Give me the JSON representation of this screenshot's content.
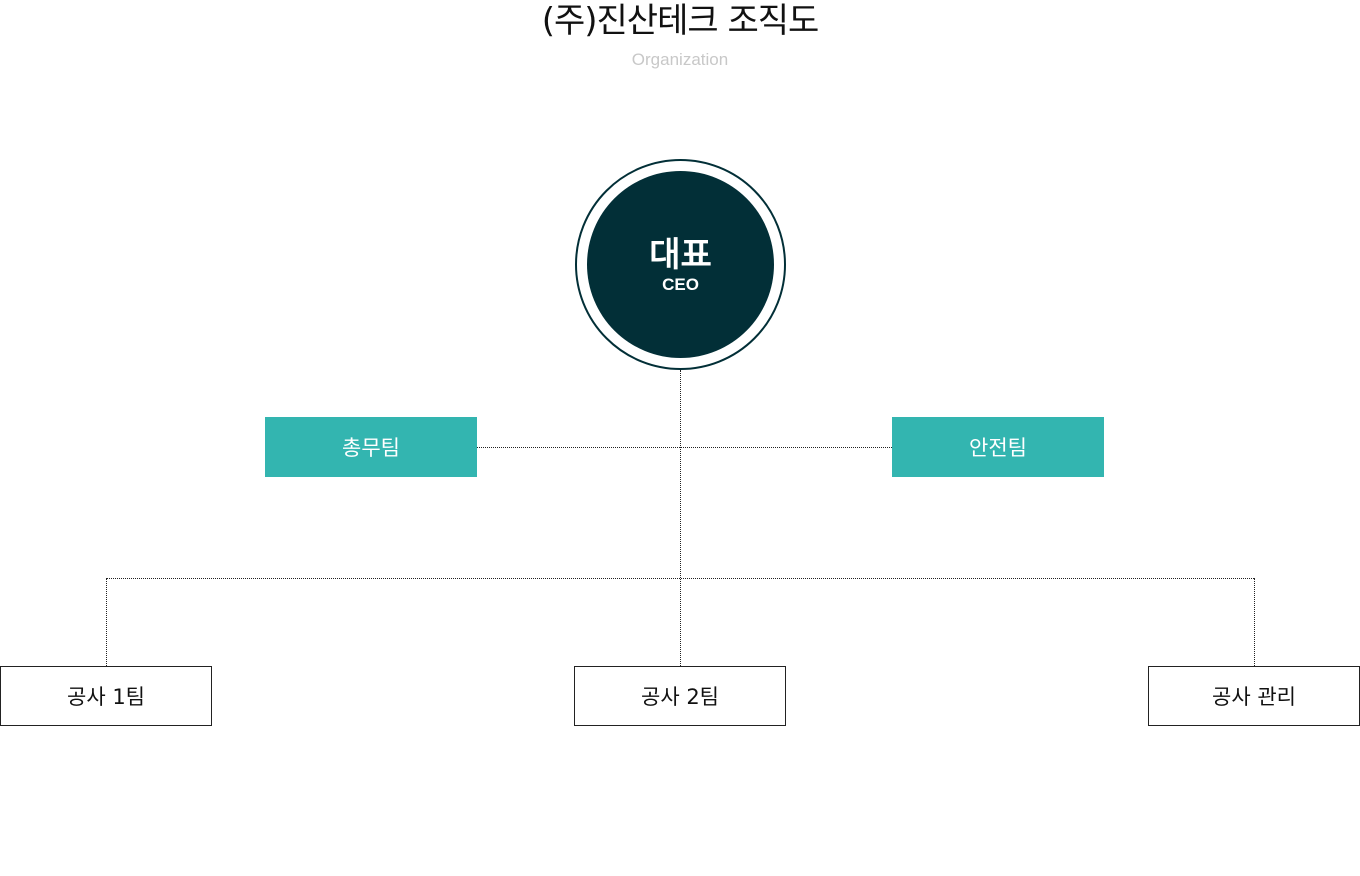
{
  "header": {
    "title": "(주)진산테크 조직도",
    "subtitle": "Organization"
  },
  "ceo": {
    "title_ko": "대표",
    "title_en": "CEO"
  },
  "staff": [
    {
      "label": "총무팀"
    },
    {
      "label": "안전팀"
    }
  ],
  "departments": [
    {
      "label": "공사 1팀"
    },
    {
      "label": "공사 2팀"
    },
    {
      "label": "공사 관리"
    }
  ],
  "colors": {
    "ceo": "#022f37",
    "staff": "#33b5b0"
  }
}
